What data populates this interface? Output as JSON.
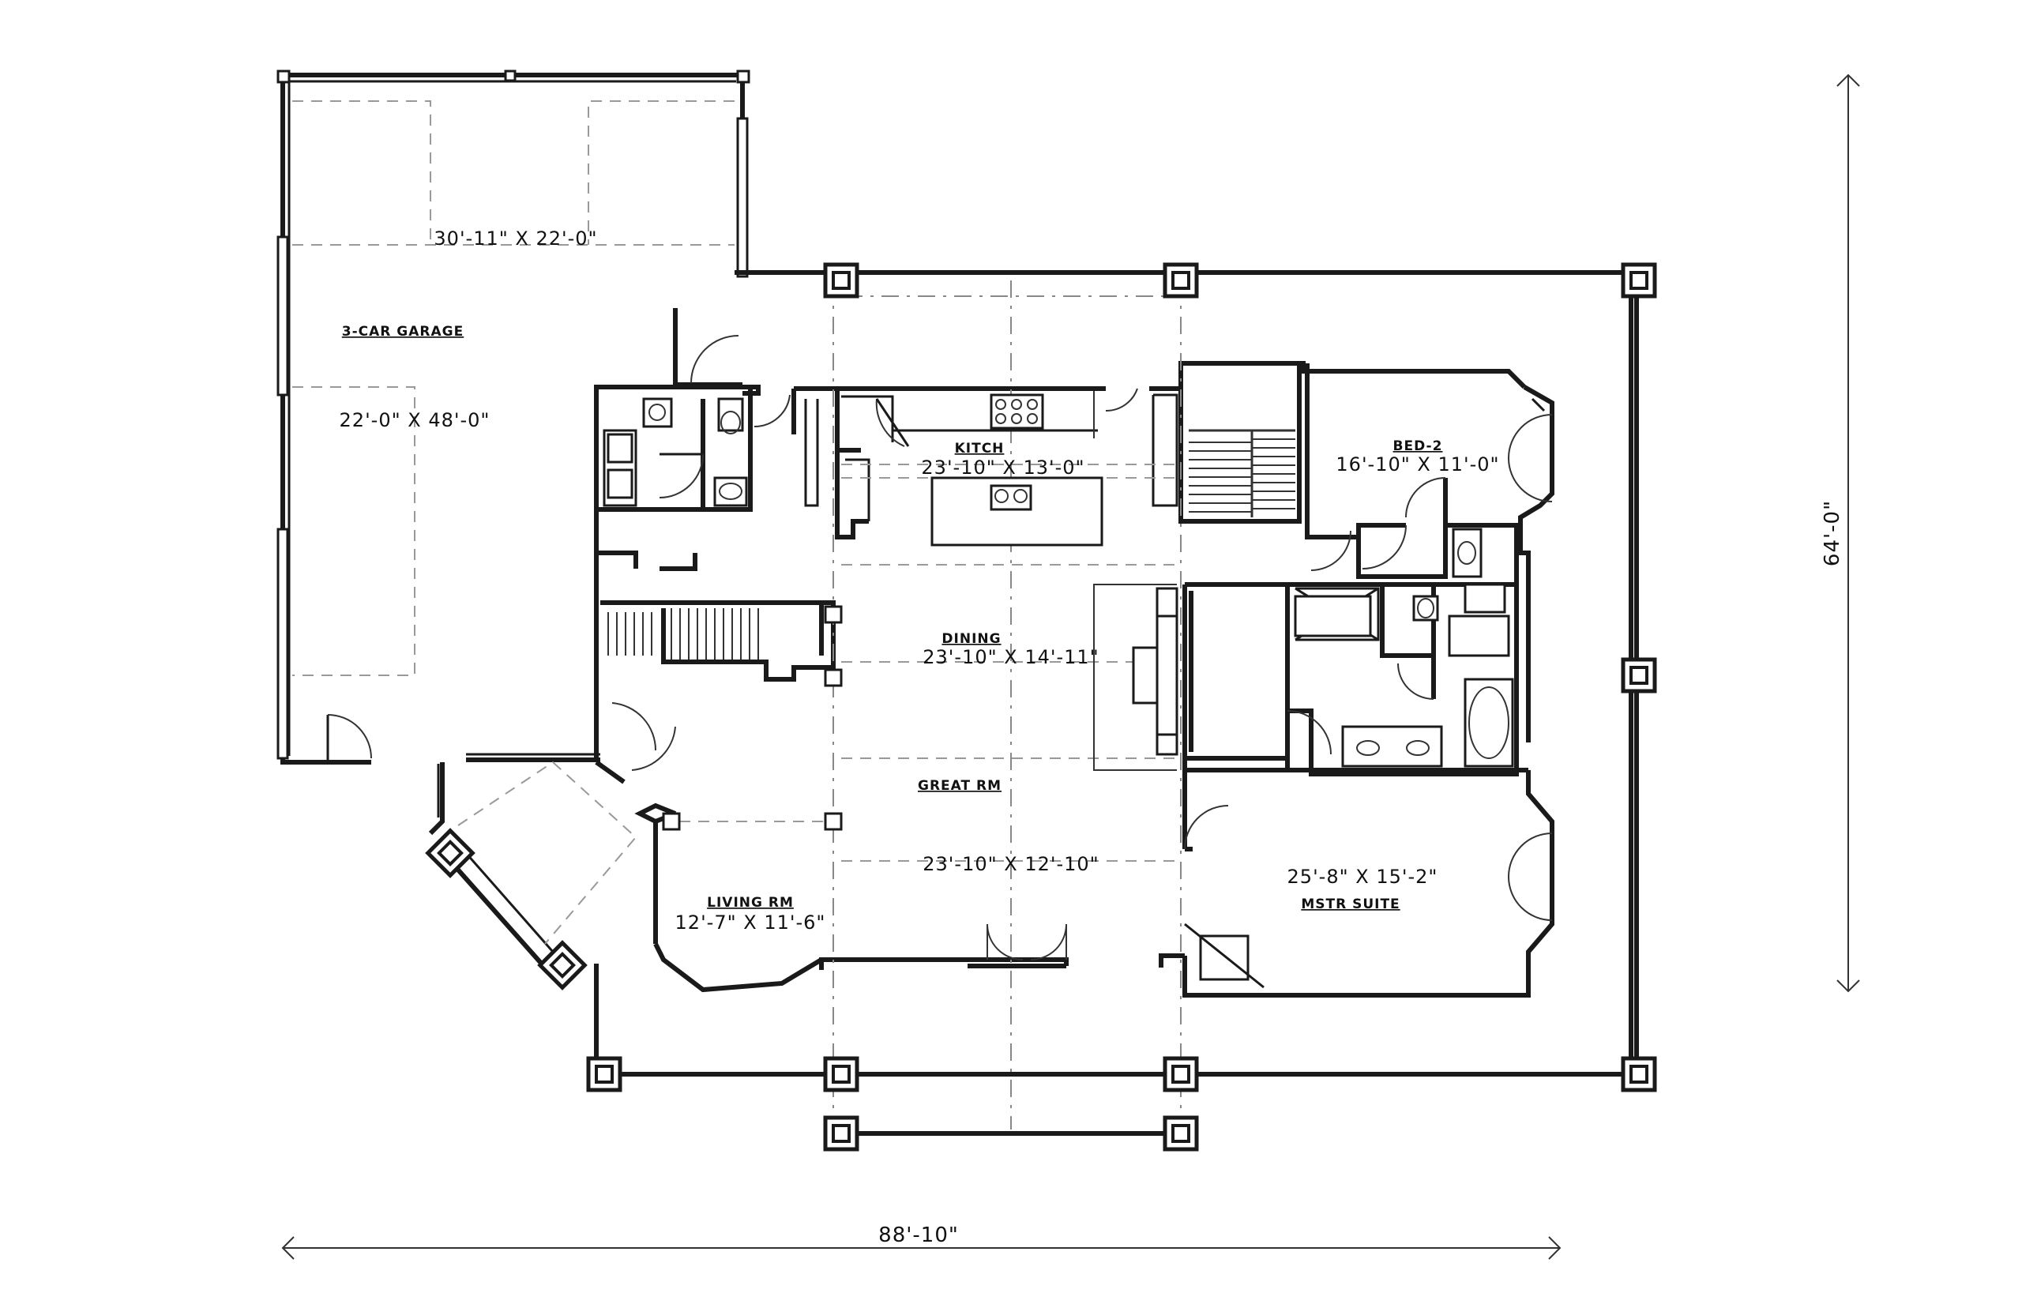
{
  "rooms": {
    "garage": {
      "name": "3-CAR GARAGE",
      "dim_upper": "30'-11\" X 22'-0\"",
      "dim_lower": "22'-0\" X 48'-0\""
    },
    "kitchen": {
      "name": "KITCH",
      "dim": "23'-10\" X 13'-0\""
    },
    "bed2": {
      "name": "BED-2",
      "dim": "16'-10\" X 11'-0\""
    },
    "dining": {
      "name": "DINING",
      "dim": "23'-10\" X 14'-11\""
    },
    "great_room": {
      "name": "GREAT RM",
      "dim": "23'-10\" X 12'-10\""
    },
    "living_room": {
      "name": "LIVING RM",
      "dim": "12'-7\" X 11'-6\""
    },
    "master_suite": {
      "name": "MSTR SUITE",
      "dim": "25'-8\" X 15'-2\""
    }
  },
  "overall": {
    "width": "88'-10\"",
    "depth": "64'-0\""
  }
}
